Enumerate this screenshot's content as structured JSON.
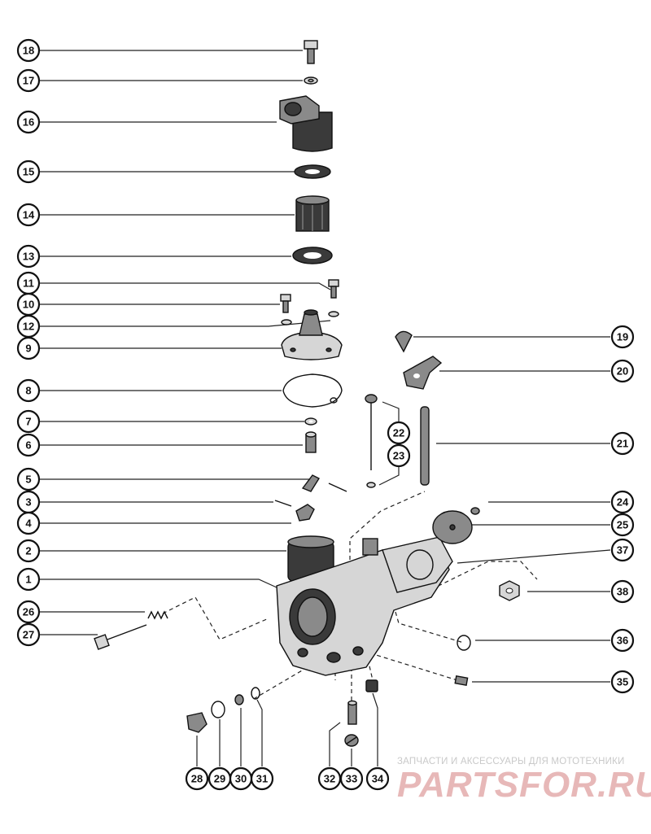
{
  "diagram": {
    "callouts": [
      {
        "id": "callout-18",
        "label": "18"
      },
      {
        "id": "callout-17",
        "label": "17"
      },
      {
        "id": "callout-16",
        "label": "16"
      },
      {
        "id": "callout-15",
        "label": "15"
      },
      {
        "id": "callout-14",
        "label": "14"
      },
      {
        "id": "callout-13",
        "label": "13"
      },
      {
        "id": "callout-11",
        "label": "11"
      },
      {
        "id": "callout-10",
        "label": "10"
      },
      {
        "id": "callout-12",
        "label": "12"
      },
      {
        "id": "callout-9",
        "label": "9"
      },
      {
        "id": "callout-8",
        "label": "8"
      },
      {
        "id": "callout-7",
        "label": "7"
      },
      {
        "id": "callout-6",
        "label": "6"
      },
      {
        "id": "callout-5",
        "label": "5"
      },
      {
        "id": "callout-3",
        "label": "3"
      },
      {
        "id": "callout-4",
        "label": "4"
      },
      {
        "id": "callout-2",
        "label": "2"
      },
      {
        "id": "callout-1",
        "label": "1"
      },
      {
        "id": "callout-26",
        "label": "26"
      },
      {
        "id": "callout-27",
        "label": "27"
      },
      {
        "id": "callout-19",
        "label": "19"
      },
      {
        "id": "callout-20",
        "label": "20"
      },
      {
        "id": "callout-22",
        "label": "22"
      },
      {
        "id": "callout-23",
        "label": "23"
      },
      {
        "id": "callout-21",
        "label": "21"
      },
      {
        "id": "callout-24",
        "label": "24"
      },
      {
        "id": "callout-25",
        "label": "25"
      },
      {
        "id": "callout-37",
        "label": "37"
      },
      {
        "id": "callout-38",
        "label": "38"
      },
      {
        "id": "callout-36",
        "label": "36"
      },
      {
        "id": "callout-35",
        "label": "35"
      },
      {
        "id": "callout-28",
        "label": "28"
      },
      {
        "id": "callout-29",
        "label": "29"
      },
      {
        "id": "callout-30",
        "label": "30"
      },
      {
        "id": "callout-31",
        "label": "31"
      },
      {
        "id": "callout-32",
        "label": "32"
      },
      {
        "id": "callout-33",
        "label": "33"
      },
      {
        "id": "callout-34",
        "label": "34"
      }
    ]
  },
  "watermark": {
    "tagline": "ЗАПЧАСТИ И АКСЕССУАРЫ ДЛЯ МОТОТЕХНИКИ",
    "logo": "PARTSFOR.RU",
    "color": "#e7b8b8"
  }
}
